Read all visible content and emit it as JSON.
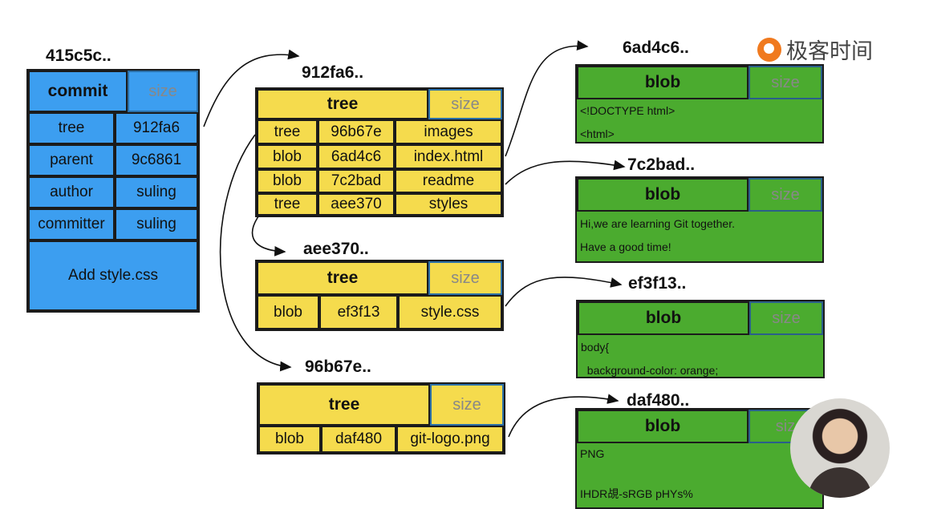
{
  "logo": {
    "text": "极客时间",
    "icon": "geektime-logo-icon"
  },
  "commit": {
    "hash": "415c5c..",
    "type": "commit",
    "size_label": "size",
    "rows": [
      {
        "key": "tree",
        "value": "912fa6"
      },
      {
        "key": "parent",
        "value": "9c6861"
      },
      {
        "key": "author",
        "value": "suling"
      },
      {
        "key": "committer",
        "value": "suling"
      }
    ],
    "message": "Add style.css"
  },
  "tree_root": {
    "hash": "912fa6..",
    "type": "tree",
    "size_label": "size",
    "rows": [
      {
        "type": "tree",
        "hash": "96b67e",
        "name": "images"
      },
      {
        "type": "blob",
        "hash": "6ad4c6",
        "name": "index.html"
      },
      {
        "type": "blob",
        "hash": "7c2bad",
        "name": "readme"
      },
      {
        "type": "tree",
        "hash": "aee370",
        "name": "styles"
      }
    ]
  },
  "tree_styles": {
    "hash": "aee370..",
    "type": "tree",
    "size_label": "size",
    "rows": [
      {
        "type": "blob",
        "hash": "ef3f13",
        "name": "style.css"
      }
    ]
  },
  "tree_images": {
    "hash": "96b67e..",
    "type": "tree",
    "size_label": "size",
    "rows": [
      {
        "type": "blob",
        "hash": "daf480",
        "name": "git-logo.png"
      }
    ]
  },
  "blob_index": {
    "hash": "6ad4c6..",
    "type": "blob",
    "size_label": "size",
    "lines": [
      "<!DOCTYPE html>",
      "<html>"
    ]
  },
  "blob_readme": {
    "hash": "7c2bad..",
    "type": "blob",
    "size_label": "size",
    "lines": [
      "Hi,we are learning Git together.",
      "Have a good time!"
    ]
  },
  "blob_style": {
    "hash": "ef3f13..",
    "type": "blob",
    "size_label": "size",
    "lines": [
      "body{",
      "  background-color: orange;"
    ]
  },
  "blob_logo": {
    "hash": "daf480..",
    "type": "blob",
    "size_label": "siz",
    "lines": [
      "PNG",
      "",
      "IHDR覘-sRGB pHYs%"
    ]
  },
  "colors": {
    "commit_fill": "#3c9ef0",
    "tree_fill": "#f5db4d",
    "blob_fill": "#4bab2f",
    "border": "#1b1b1b",
    "size_text": "#888888"
  }
}
